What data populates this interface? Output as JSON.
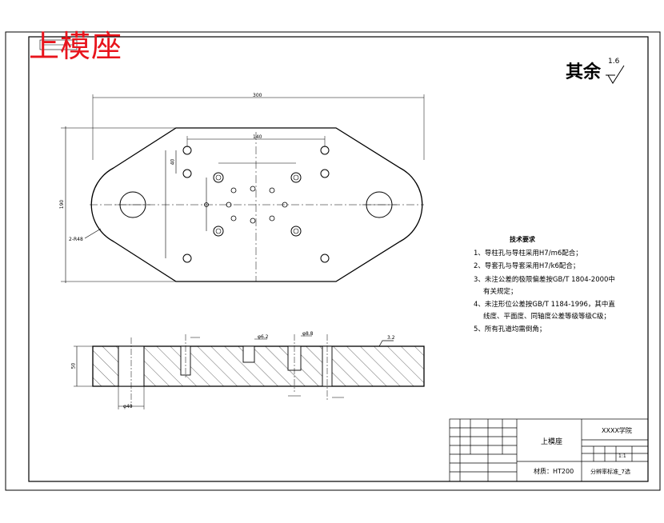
{
  "header": {
    "part_title": "上模座",
    "surface_roughness_label": "其余",
    "surface_roughness_value": "1.6"
  },
  "tech_requirements": {
    "heading": "技术要求",
    "items": [
      "1、导柱孔与导柱采用H7/m6配合；",
      "2、导套孔与导套采用H7/k6配合；",
      "3、未注公差的极限偏差按GB/T 1804-2000中",
      "有关规定；",
      "4、未注形位公差按GB/T 1184-1996，其中直",
      "线度、平面度、同轴度公差等级等级C级；",
      "5、所有孔道均需倒角；"
    ]
  },
  "title_block": {
    "part_name": "上模座",
    "school": "XXXX学院",
    "material": "材质：HT200",
    "bottom_right": "分辨率标准_7选",
    "scale_row": "1:1"
  },
  "dimensions": {
    "overall_width": "300",
    "overall_height": "190",
    "inner_width": "140",
    "hole_pitch_v": "40",
    "thickness": "50",
    "radius_label": "2-R48",
    "phi_main": "φ40",
    "phi_small": "φ6.2",
    "phi_pin": "φ8.8",
    "roughness_section": "3.2"
  }
}
